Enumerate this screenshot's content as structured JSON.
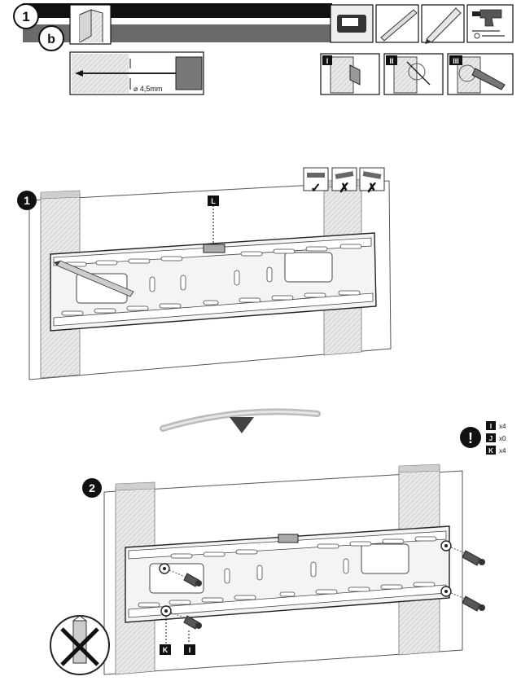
{
  "header": {
    "step_number": "1",
    "sub_step": "b",
    "drill_size": "⌀ 4,5mm",
    "panels": [
      "I",
      "II",
      "III"
    ],
    "colors": {
      "dark": "#111111",
      "mid": "#6a6a6a",
      "light": "#d9d9d9",
      "stud": "#cfcfcf"
    }
  },
  "step1": {
    "number": "1",
    "center_label": "L",
    "level_checks": [
      {
        "icon": "level-icon",
        "mark": "✓"
      },
      {
        "icon": "level-icon",
        "mark": "✗"
      },
      {
        "icon": "level-icon",
        "mark": "✗"
      }
    ]
  },
  "step2": {
    "number": "2",
    "warning": "!",
    "parts": [
      {
        "label": "I",
        "count": "x4"
      },
      {
        "label": "J",
        "count": "x0"
      },
      {
        "label": "K",
        "count": "x4"
      }
    ],
    "callouts": [
      "K",
      "I"
    ]
  }
}
